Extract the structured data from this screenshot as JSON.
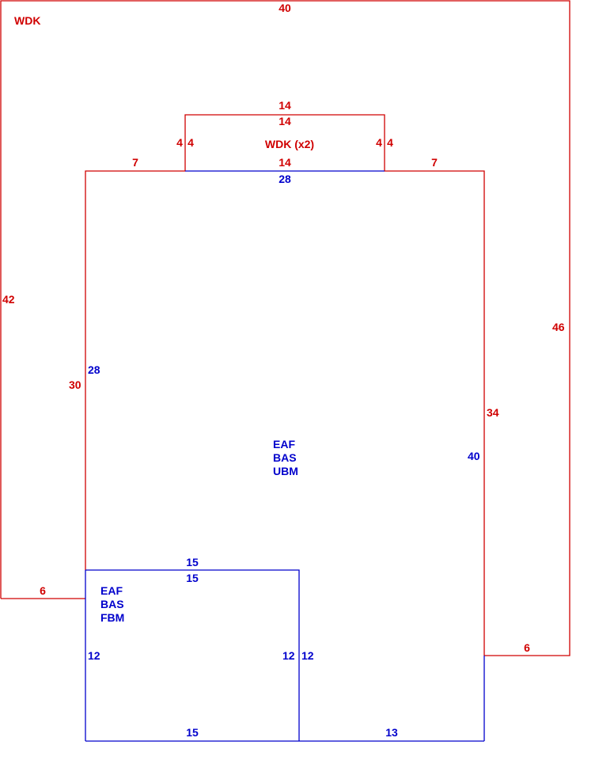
{
  "colors": {
    "deck": "#d00000",
    "house": "#0000cc"
  },
  "deck_outer": {
    "label": "WDK",
    "dims": {
      "top": "40",
      "left": "42",
      "right": "46",
      "bottom_left": "6",
      "bottom_right": "6"
    }
  },
  "deck_inner": {
    "label": "WDK (x2)",
    "dims": {
      "top_outer": "14",
      "top_inner": "14",
      "base": "14",
      "left_a": "4",
      "left_b": "4",
      "right_a": "4",
      "right_b": "4",
      "step_left": "7",
      "step_right": "7",
      "side_left": "30",
      "side_right": "34"
    }
  },
  "house_main": {
    "labels": [
      "EAF",
      "BAS",
      "UBM"
    ],
    "dims": {
      "top": "28",
      "left": "28",
      "right": "40",
      "bottom": "13"
    }
  },
  "house_small": {
    "labels": [
      "EAF",
      "BAS",
      "FBM"
    ],
    "dims": {
      "top_a": "15",
      "top_b": "15",
      "left": "12",
      "right_a": "12",
      "right_b": "12",
      "bottom": "15"
    }
  }
}
